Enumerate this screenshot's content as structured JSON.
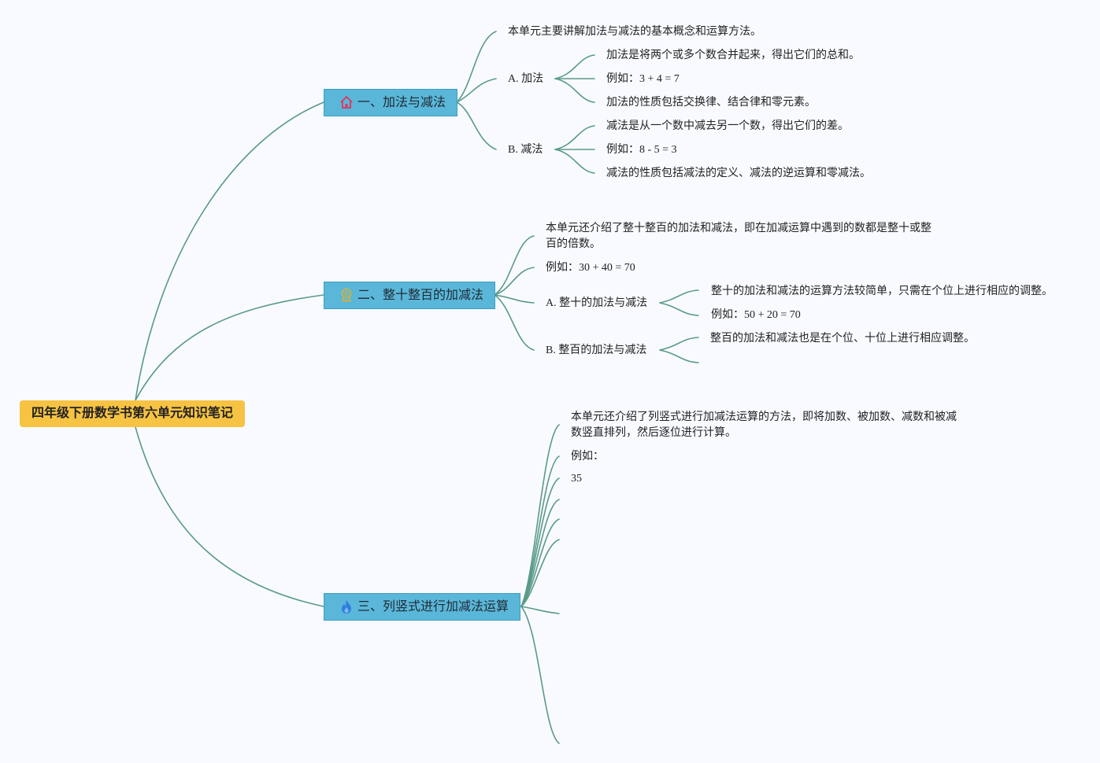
{
  "root": {
    "title": "四年级下册数学书第六单元知识笔记"
  },
  "branches": [
    {
      "title": "一、加法与减法",
      "icon": "house-icon",
      "intro": "本单元主要讲解加法与减法的基本概念和运算方法。",
      "subs": [
        {
          "title": "A. 加法",
          "items": [
            "加法是将两个或多个数合并起来，得出它们的总和。",
            "例如：3 + 4 = 7",
            "加法的性质包括交换律、结合律和零元素。"
          ]
        },
        {
          "title": "B. 减法",
          "items": [
            "减法是从一个数中减去另一个数，得出它们的差。",
            "例如：8 - 5 = 3",
            "减法的性质包括减法的定义、减法的逆运算和零减法。"
          ]
        }
      ]
    },
    {
      "title": "二、整十整百的加减法",
      "icon": "medal-icon",
      "intro": "本单元还介绍了整十整百的加法和减法，即在加减运算中遇到的数都是整十或整百的倍数。",
      "example": "例如：30 + 40 = 70",
      "subs": [
        {
          "title": "A. 整十的加法与减法",
          "items": [
            "整十的加法和减法的运算方法较简单，只需在个位上进行相应的调整。",
            "例如：50 + 20 = 70"
          ]
        },
        {
          "title": "B. 整百的加法与减法",
          "items": [
            "整百的加法和减法也是在个位、十位上进行相应调整。",
            ""
          ]
        }
      ]
    },
    {
      "title": "三、列竖式进行加减法运算",
      "icon": "flame-icon",
      "intro": "本单元还介绍了列竖式进行加减法运算的方法，即将加数、被加数、减数和被减数竖直排列，然后逐位进行计算。",
      "example_label": "例如：",
      "number": "35"
    }
  ],
  "colors": {
    "link": "#5a9a88",
    "root_fill": "#f6c343",
    "branch_fill": "#5ab7d9",
    "background": "#f8faff"
  }
}
